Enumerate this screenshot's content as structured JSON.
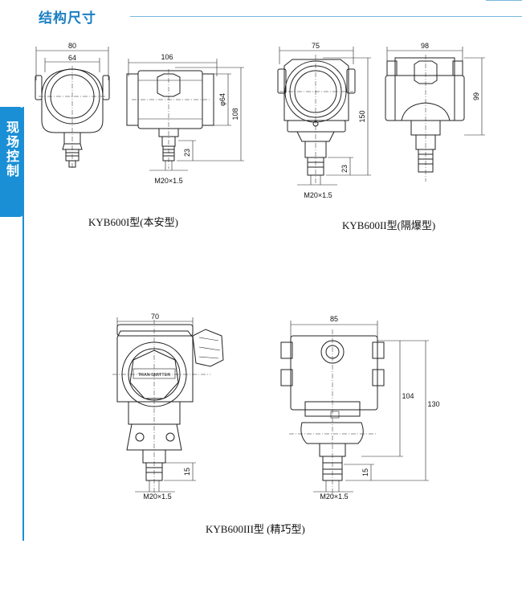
{
  "header": {
    "title": "结构尺寸"
  },
  "side_tab": {
    "label": "现场控制"
  },
  "captions": {
    "type1": "KYB600I型(本安型)",
    "type2": "KYB600II型(隔爆型)",
    "type3": "KYB600III型 (精巧型)"
  },
  "dims": {
    "d80": "80",
    "d64": "64",
    "d106": "106",
    "dphi64": "φ64",
    "d108": "108",
    "d23a": "23",
    "thread": "M20×1.5",
    "d75": "75",
    "d98": "98",
    "d150": "150",
    "d99": "99",
    "d23b": "23",
    "d70": "70",
    "d15a": "15",
    "d85": "85",
    "d104": "104",
    "d130": "130",
    "d15b": "15"
  },
  "nameplate": "TRAN SMITTER",
  "colors": {
    "accent": "#1a8fd6",
    "line": "#222222"
  }
}
